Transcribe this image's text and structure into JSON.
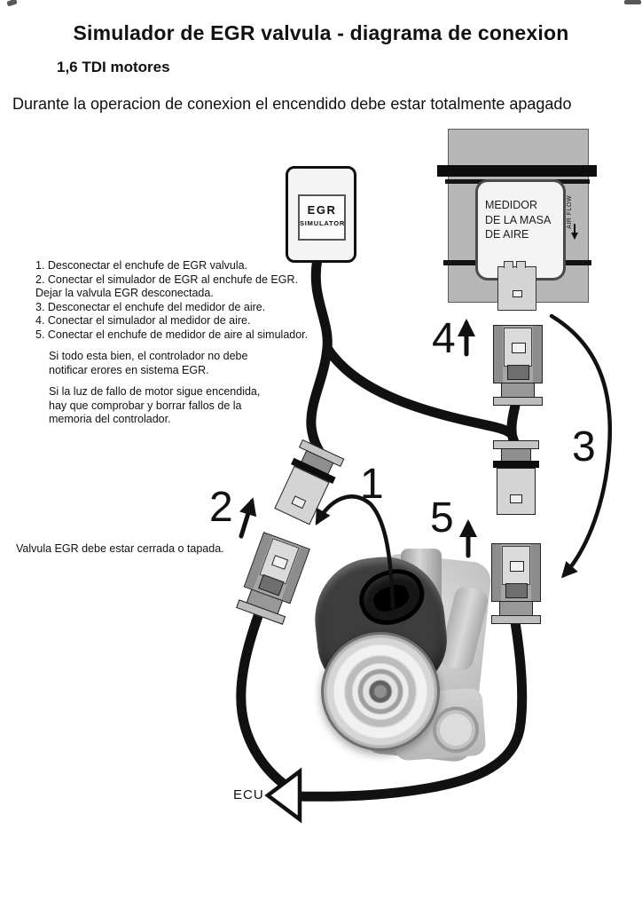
{
  "header": {
    "title": "Simulador de EGR valvula - diagrama de conexion",
    "subtitle": "1,6 TDI motores",
    "warning": "Durante la operacion de conexion el encendido debe estar totalmente apagado"
  },
  "instructions": {
    "steps": [
      "1. Desconectar el enchufe de EGR valvula.",
      "2. Conectar el simulador de EGR al enchufe de EGR.",
      "Dejar la valvula EGR desconectada.",
      "3. Desconectar el enchufe del medidor de aire.",
      "4. Conectar el simulador al medidor de aire.",
      "5. Conectar el enchufe de medidor de aire al simulador."
    ],
    "note1_line1": "Si todo esta bien, el controlador no debe",
    "note1_line2": "notificar erores en sistema EGR.",
    "note2_line1": "Si la luz de fallo de motor sigue encendida,",
    "note2_line2": "hay que comprobar y borrar fallos de la",
    "note2_line3": "memoria del controlador."
  },
  "labels": {
    "valve_note": "Valvula EGR debe estar cerrada o tapada.",
    "ecu": "ECU",
    "simulator_line1": "EGR",
    "simulator_line2": "SIMULATOR",
    "meter_line1": "MEDIDOR",
    "meter_line2": "DE LA MASA",
    "meter_line3": "DE AIRE",
    "air_flow": "AIR FLOW"
  },
  "step_numbers": {
    "n1": "1",
    "n2": "2",
    "n3": "3",
    "n4": "4",
    "n5": "5"
  },
  "colors": {
    "ink": "#111111",
    "cable": "#111111",
    "connector_gray": "#a6a6a6",
    "connector_light": "#d4d4d4",
    "meter_gray": "#b7b7b7",
    "label_bg": "#f4f4f4"
  }
}
